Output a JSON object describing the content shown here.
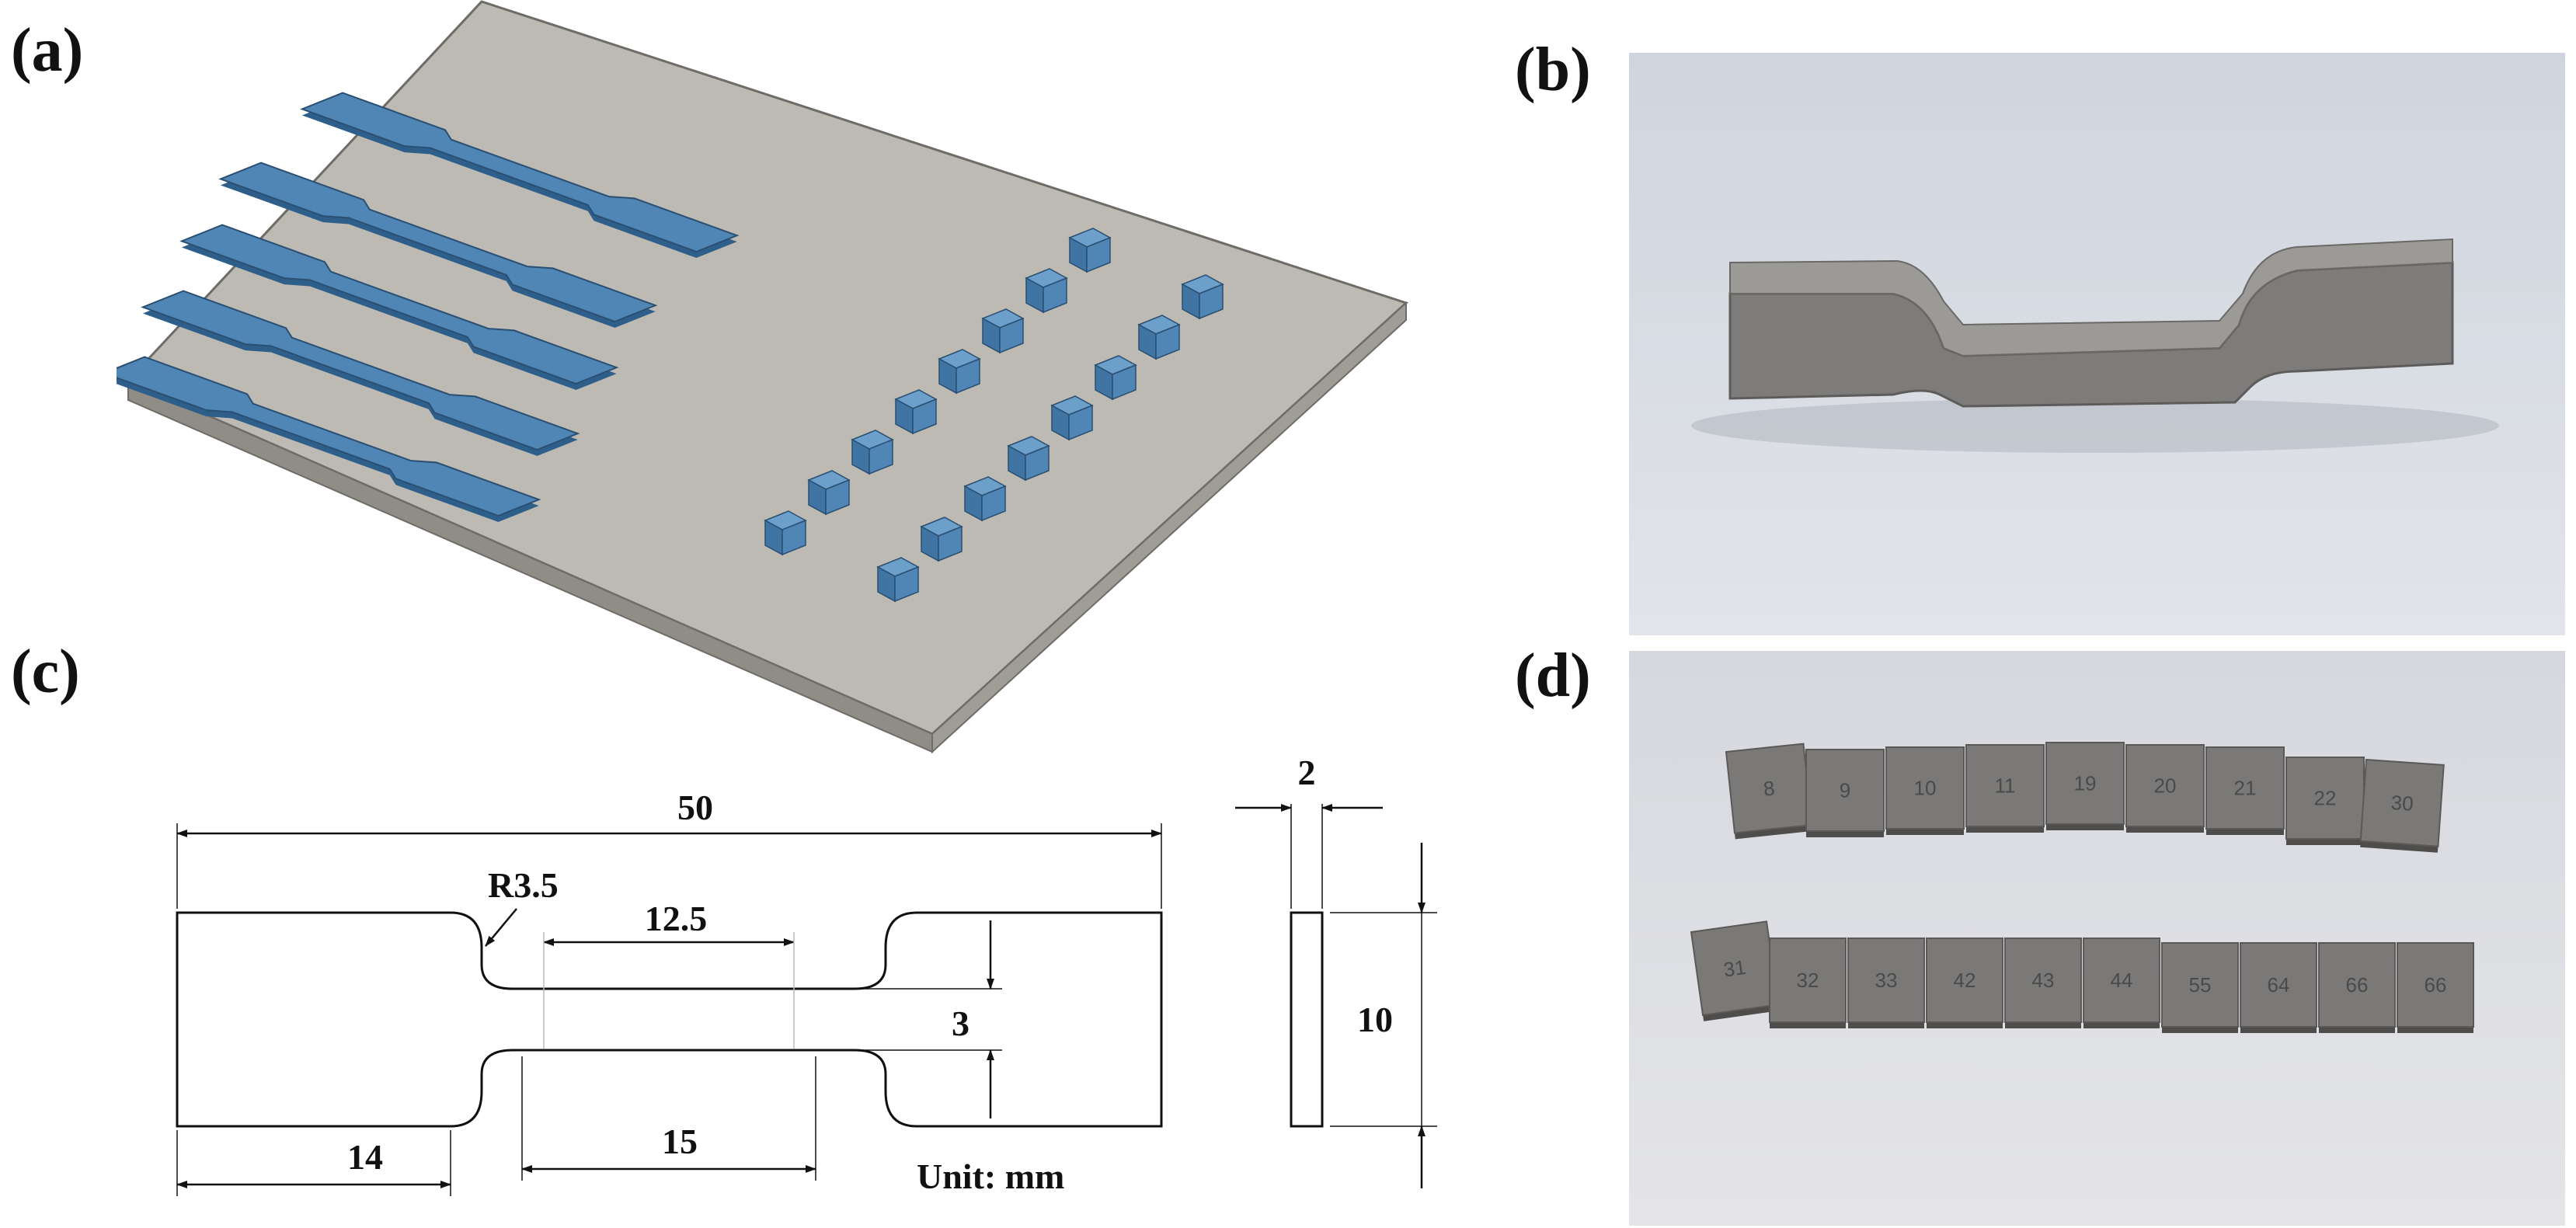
{
  "panels": {
    "a": {
      "label": "(a)"
    },
    "b": {
      "label": "(b)"
    },
    "c": {
      "label": "(c)"
    },
    "d": {
      "label": "(d)"
    }
  },
  "drawing": {
    "overall_length": "50",
    "radius": "R3.5",
    "gauge_length": "12.5",
    "gauge_width": "3",
    "grip_length": "14",
    "neck_length": "15",
    "thickness": "2",
    "width": "10",
    "unit": "Unit: mm"
  },
  "cubes_row1": [
    "8",
    "9",
    "10",
    "11",
    "19",
    "20",
    "21",
    "22",
    "30"
  ],
  "cubes_row2": [
    "31",
    "32",
    "33",
    "42",
    "43",
    "44",
    "55",
    "64",
    "66",
    "66"
  ],
  "colors": {
    "plate": "#bcbab3",
    "plate_side": "#8f8d86",
    "part_blue": "#4f86b5",
    "part_blue_side": "#2e5f8a",
    "photo_bg_b": "#d6dbe3",
    "photo_bg_d": "#dcdde2",
    "metal": "#7d7c7a"
  }
}
